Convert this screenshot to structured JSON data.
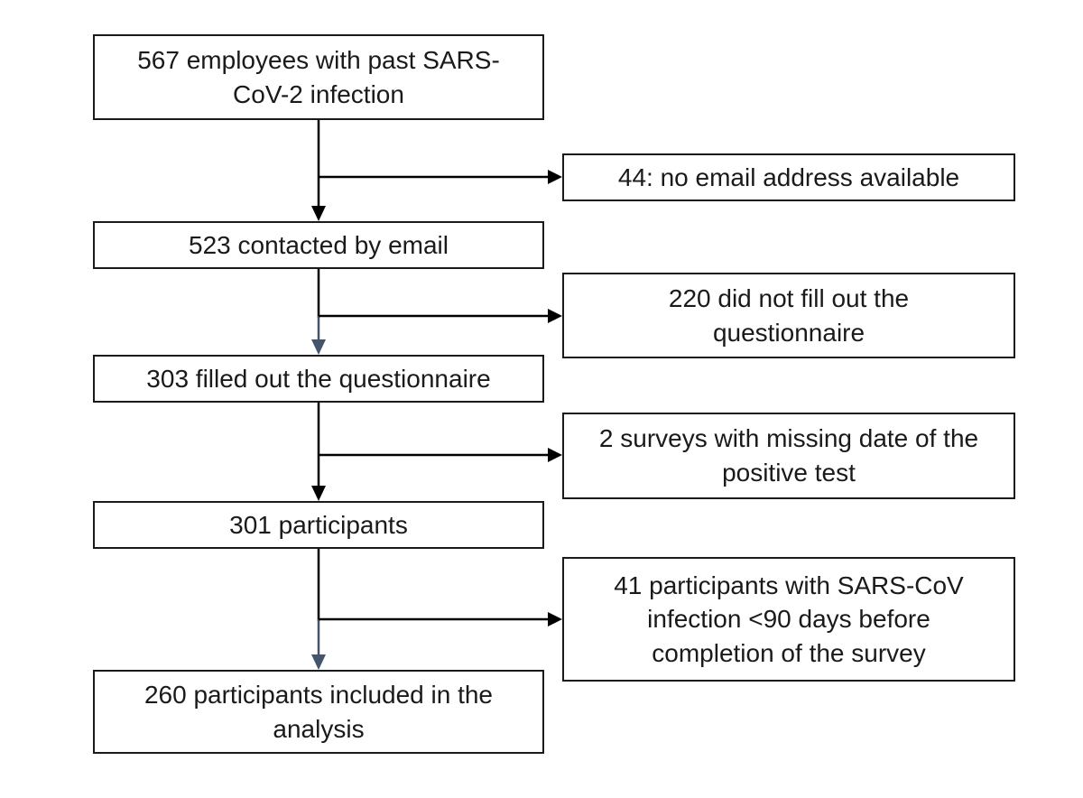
{
  "flow": {
    "main": [
      {
        "name": "employees",
        "lines": [
          "567 employees with past SARS-",
          "CoV-2 infection"
        ]
      },
      {
        "name": "contacted",
        "lines": [
          "523 contacted by email"
        ]
      },
      {
        "name": "filled",
        "lines": [
          "303 filled out the questionnaire"
        ]
      },
      {
        "name": "participants",
        "lines": [
          "301 participants"
        ]
      },
      {
        "name": "included",
        "lines": [
          "260 participants included in the",
          "analysis"
        ]
      }
    ],
    "exclusions": [
      {
        "name": "no-email",
        "lines": [
          "44: no email address available"
        ]
      },
      {
        "name": "not-filled",
        "lines": [
          "220 did not fill out the",
          "questionnaire"
        ]
      },
      {
        "name": "missing-date",
        "lines": [
          "2 surveys with missing date of the",
          "positive test"
        ]
      },
      {
        "name": "recent-infection",
        "lines": [
          "41 participants with SARS-CoV",
          "infection <90 days before",
          "completion of the survey"
        ]
      }
    ]
  },
  "colors": {
    "background": "#ffffff",
    "box_fill": "#ffffff",
    "box_border": "#1a1a1a",
    "text_color": "#1a1a1a",
    "arrow_black": "#000000",
    "arrow_blue": "#44546A"
  }
}
